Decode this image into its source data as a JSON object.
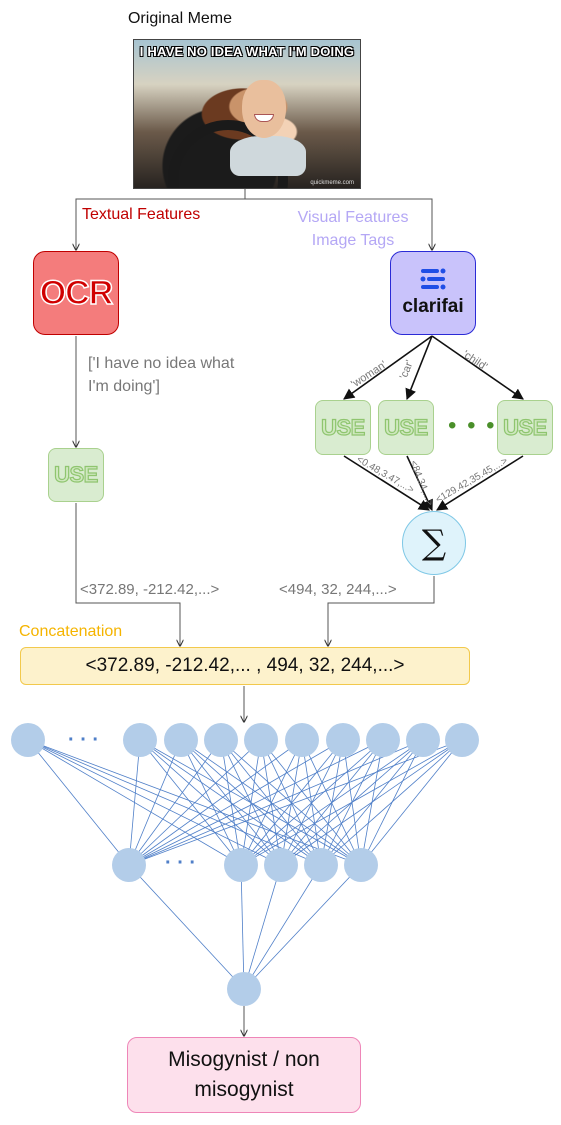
{
  "meme": {
    "title": "Original Meme",
    "caption": "I HAVE NO IDEA WHAT I'M DOING",
    "watermark": "quickmeme.com"
  },
  "branches": {
    "textual_label": "Textual Features",
    "visual_label": "Visual Features Image Tags"
  },
  "ocr": {
    "label": "OCR",
    "output": "['I have no idea what I'm doing']"
  },
  "clarifai": {
    "label": "clarifai",
    "tags": [
      "'woman'",
      "'car'",
      "'child'"
    ],
    "tag_vectors": [
      "<0.48,3.47,...>",
      "<84.34,...>",
      "<129.42,35.45,...>"
    ]
  },
  "use": {
    "label": "USE",
    "ellipsis": "• • •"
  },
  "sum": {
    "symbol": "∑"
  },
  "vectors": {
    "text": "<372.89, -212.42,...>",
    "visual": "<494, 32, 244,...>"
  },
  "concat": {
    "label": "Concatenation",
    "value": "<372.89, -212.42,... , 494, 32, 244,...>"
  },
  "network": {
    "input_ellipsis": "· · ·",
    "hidden_ellipsis": "· · ·"
  },
  "output": {
    "label": "Misogynist / non misogynist"
  },
  "colors": {
    "textual": "#c00000",
    "visual": "#b4a7f5",
    "ocr_fill": "#f47c7c",
    "clarifai_fill": "#c9c3fb",
    "use_fill": "#d9ecd0",
    "sum_fill": "#dff3fb",
    "concat_fill": "#fdf2cc",
    "output_fill": "#fde0ec",
    "neuron": "#b3cde9",
    "network_line": "#4f7fc8"
  }
}
